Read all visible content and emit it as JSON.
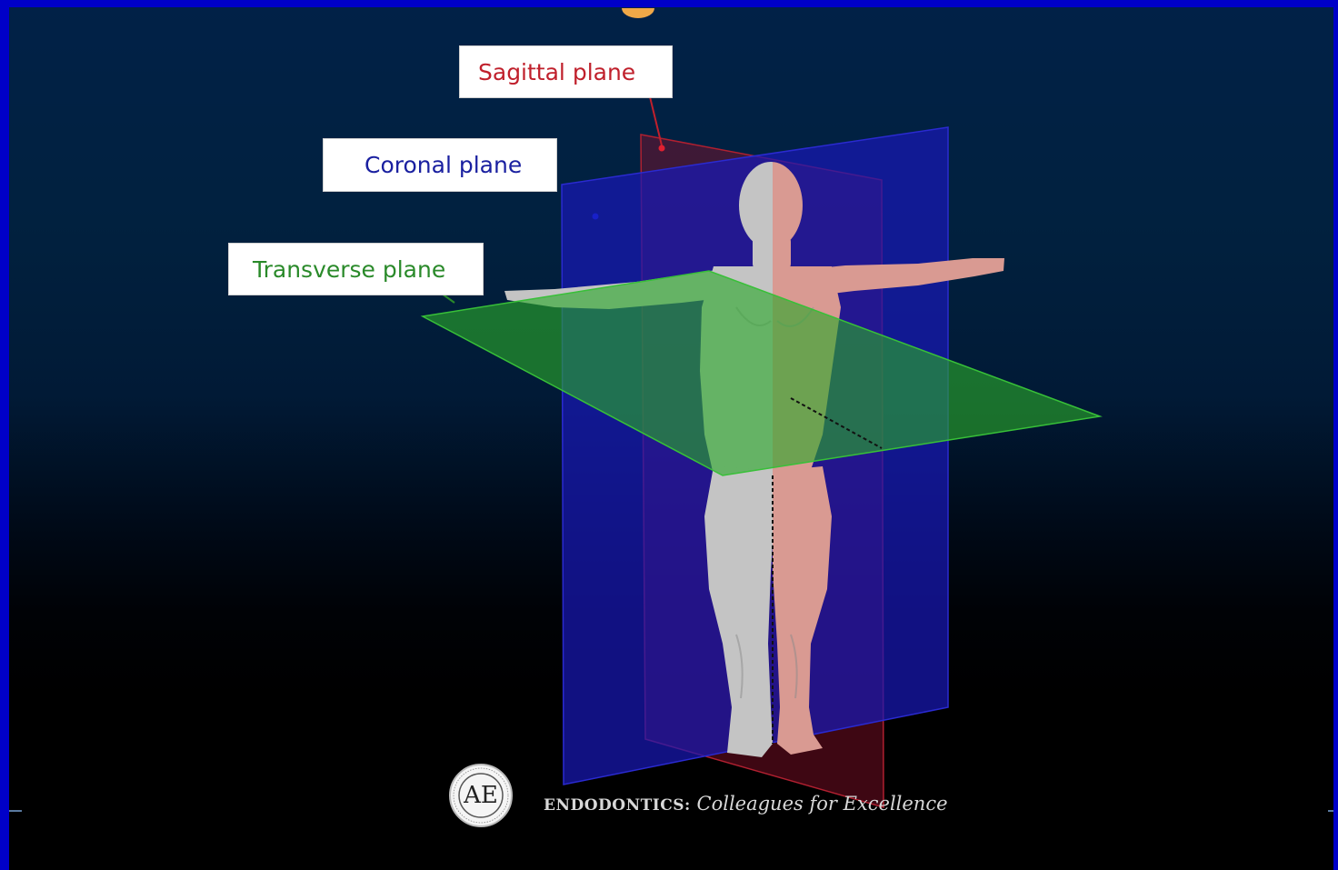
{
  "labels": {
    "sagittal": "Sagittal plane",
    "coronal": "Coronal plane",
    "transverse": "Transverse plane"
  },
  "footer": {
    "logo_letters": "AE",
    "organization": "ENDODONTICS:",
    "tagline": "Colleagues for Excellence"
  },
  "colors": {
    "sagittal": "#c0202c",
    "coronal": "#1a20a0",
    "transverse": "#2a8a2a",
    "slide_border": "#0000c8"
  }
}
